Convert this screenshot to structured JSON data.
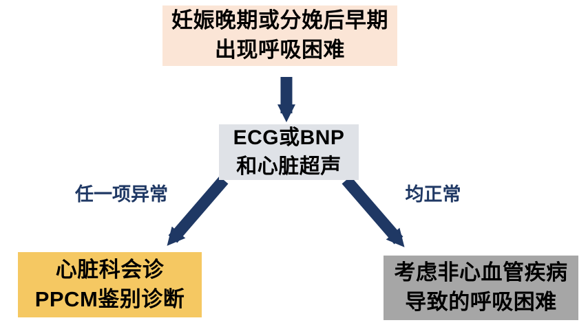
{
  "diagram": {
    "description": "PPCM dyspnea diagnostic flowchart",
    "nodes": {
      "start": {
        "line1": "妊娠晚期或分娩后早期",
        "line2": "出现呼吸困难",
        "bg_color": "#fbe5d6"
      },
      "test": {
        "line1": "ECG或BNP",
        "line2": "和心脏超声",
        "bg_color": "#dfe2e7"
      },
      "abnormal": {
        "line1": "心脏科会诊",
        "line2": "PPCM鉴别诊断",
        "bg_color": "#f5c862"
      },
      "normal": {
        "line1": "考虑非心血管疾病",
        "line2": "导致的呼吸困难",
        "bg_color": "#a6a6a6"
      }
    },
    "edges": {
      "left_label": "任一项异常",
      "right_label": "均正常"
    },
    "colors": {
      "arrow": "#1f3864",
      "label_text": "#1f3864",
      "node_text": "#000000",
      "background": "#ffffff"
    }
  }
}
